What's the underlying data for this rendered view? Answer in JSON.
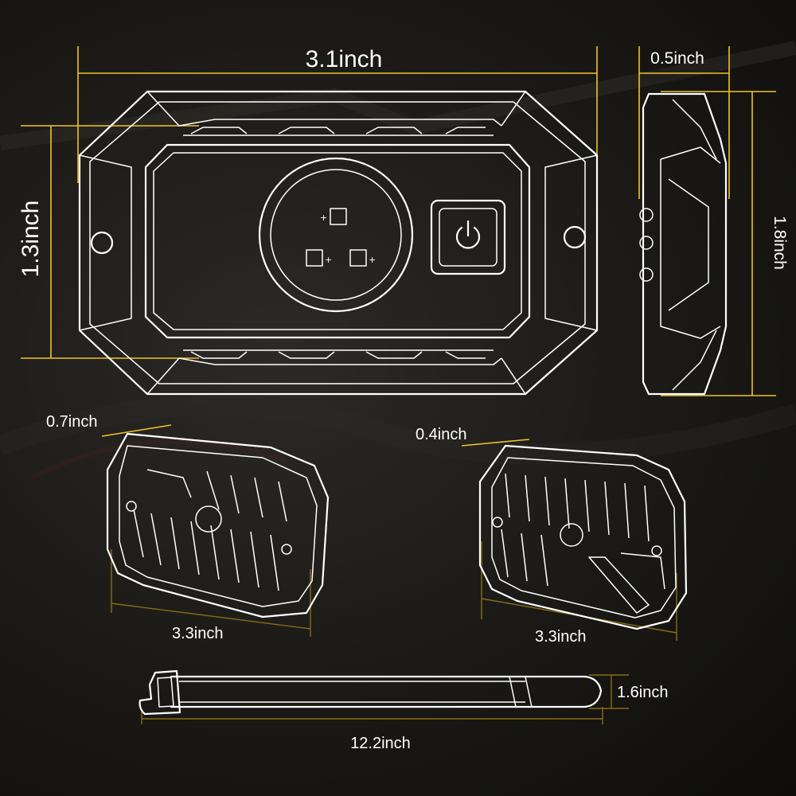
{
  "colors": {
    "dimension_line": "#f2c12e",
    "outline": "#ffffff",
    "background": "#1a1916"
  },
  "front_view": {
    "width_label": "3.1inch",
    "height_label": "1.3inch",
    "led_markers": [
      "+",
      "+",
      "+"
    ],
    "power_button_icon": "power-icon"
  },
  "side_view": {
    "depth_label": "0.5inch",
    "height_label": "1.8inch"
  },
  "angled_view_left": {
    "thickness_label": "0.7inch",
    "length_label": "3.3inch"
  },
  "angled_view_right": {
    "thickness_label": "0.4inch",
    "length_label": "3.3inch"
  },
  "strap": {
    "length_label": "12.2inch",
    "width_label": "1.6inch"
  }
}
